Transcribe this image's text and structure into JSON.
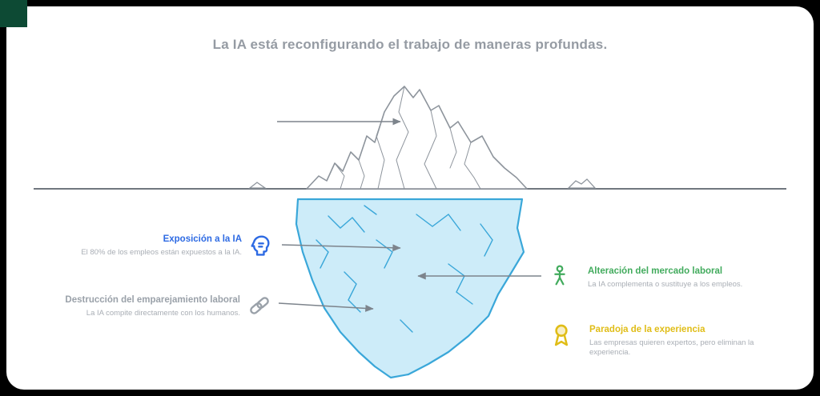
{
  "title": "La IA está reconfigurando el trabajo de maneras profundas.",
  "colors": {
    "outer_bg": "#000000",
    "canvas_bg": "#ffffff",
    "logo_green": "#0d4a34",
    "title_gray": "#959ba3",
    "subtext_gray": "#a9aeb5",
    "label_gray": "#9aa1a9",
    "accent_blue": "#2d6ae3",
    "accent_green": "#42ab5d",
    "accent_yellow": "#e0bd17",
    "water_line": "#70777f",
    "arrow": "#7d848c",
    "iceberg_outline": "#8d949c",
    "iceberg_above_fill": "#ffffff",
    "iceberg_below_fill": "#cdecf9",
    "iceberg_below_stroke": "#3aa7d9"
  },
  "callouts": {
    "exposure": {
      "title": "Exposición a la IA",
      "desc": "El 80% de los empleos están expuestos a la IA.",
      "icon": "head-voice-icon"
    },
    "matching": {
      "title": "Destrucción del emparejamiento laboral",
      "desc": "La IA compite directamente con los humanos.",
      "icon": "chain-link-icon"
    },
    "market": {
      "title": "Alteración del mercado laboral",
      "desc": "La IA complementa o sustituye a los empleos.",
      "icon": "person-icon"
    },
    "experience": {
      "title": "Paradoja de la experiencia",
      "desc": "Las empresas quieren expertos, pero eliminan la experiencia.",
      "icon": "award-icon"
    }
  }
}
